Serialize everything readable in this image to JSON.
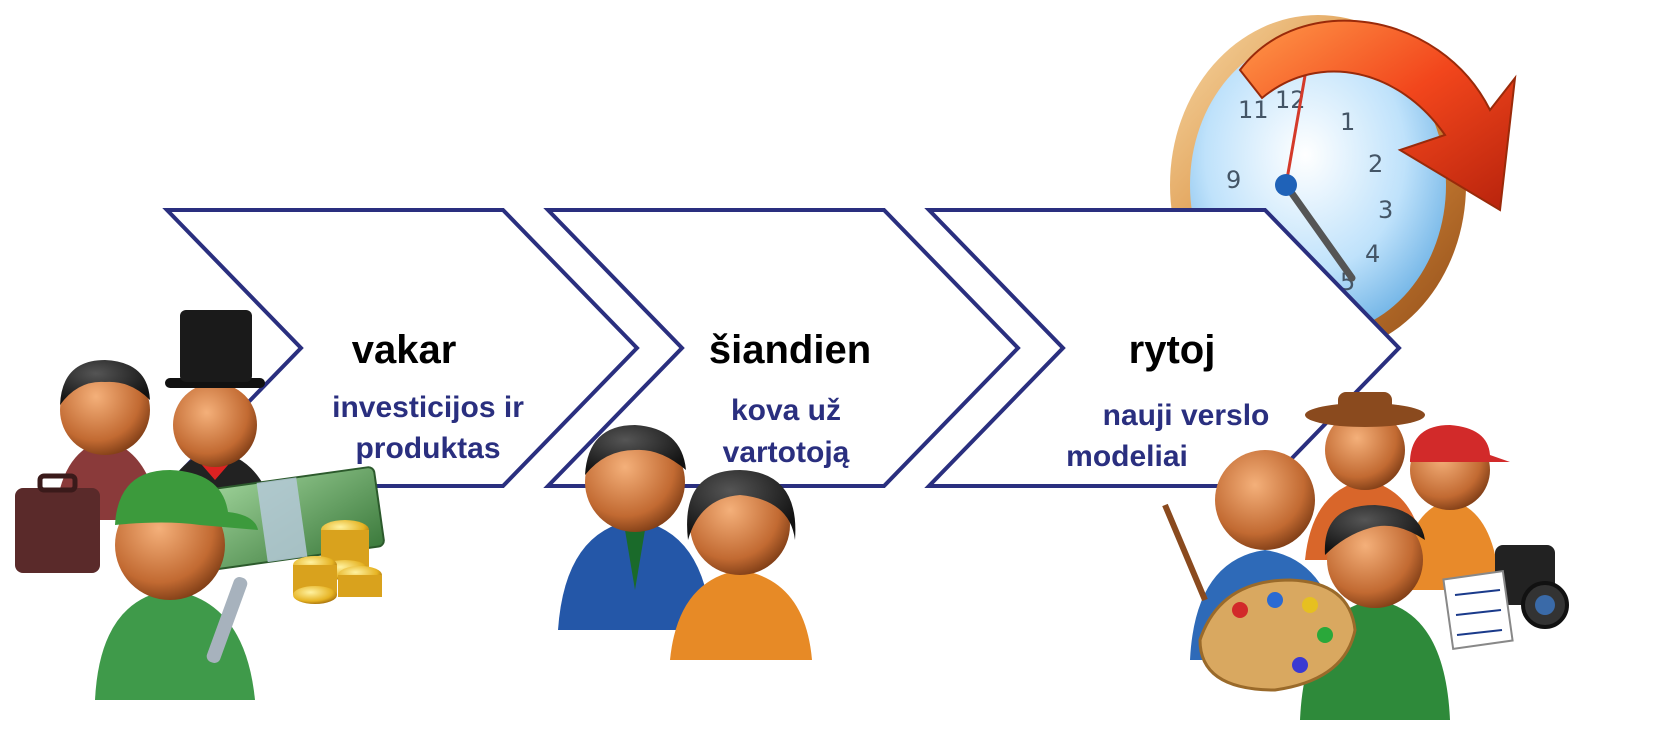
{
  "colors": {
    "chevron_stroke": "#2a2f7f",
    "subtitle": "#2a2f7f",
    "title": "#000000"
  },
  "stages": [
    {
      "title": "vakar",
      "subtitle_lines": [
        "investicijos ir",
        "produktas"
      ],
      "illustration_icon": "businessmen-money-worker-icon"
    },
    {
      "title": "šiandien",
      "subtitle_lines": [
        "kova už",
        "vartotoją"
      ],
      "illustration_icon": "consumers-couple-icon"
    },
    {
      "title": "rytoj",
      "subtitle_lines": [
        "nauji verslo",
        "modeliai"
      ],
      "illustration_icon": "creative-people-group-icon"
    }
  ],
  "decoration": {
    "clock_icon": "clock-with-circular-arrow-icon",
    "clock_numbers": [
      "11",
      "12",
      "1",
      "2",
      "3",
      "4",
      "5",
      "9"
    ]
  }
}
